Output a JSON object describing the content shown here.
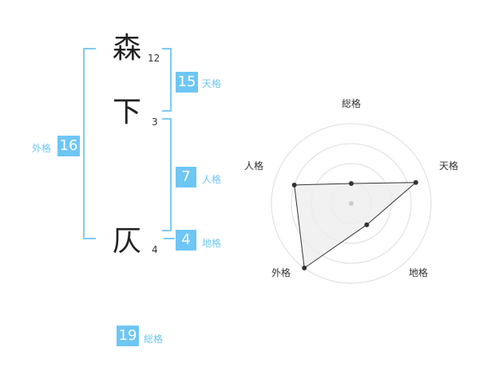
{
  "chars": [
    {
      "char": "森",
      "strokes": "12"
    },
    {
      "char": "下",
      "strokes": "3"
    },
    {
      "char": "仄",
      "strokes": "4"
    }
  ],
  "scores": {
    "tenkaku": {
      "value": "15",
      "label": "天格"
    },
    "jinkaku": {
      "value": "7",
      "label": "人格"
    },
    "chikaku": {
      "value": "4",
      "label": "地格"
    },
    "gaikaku": {
      "value": "16",
      "label": "外格"
    },
    "soukaku": {
      "value": "19",
      "label": "総格"
    }
  },
  "colors": {
    "accent": "#6ec6f5",
    "bracket": "#7ecbf3",
    "grid": "#dddddd",
    "fill": "#eeeeee",
    "line": "#333333"
  },
  "chart_data": {
    "type": "radar",
    "axes": [
      "総格",
      "天格",
      "地格",
      "外格",
      "人格"
    ],
    "values": [
      0.25,
      0.85,
      0.33,
      1.0,
      0.75
    ],
    "rings": 4
  }
}
